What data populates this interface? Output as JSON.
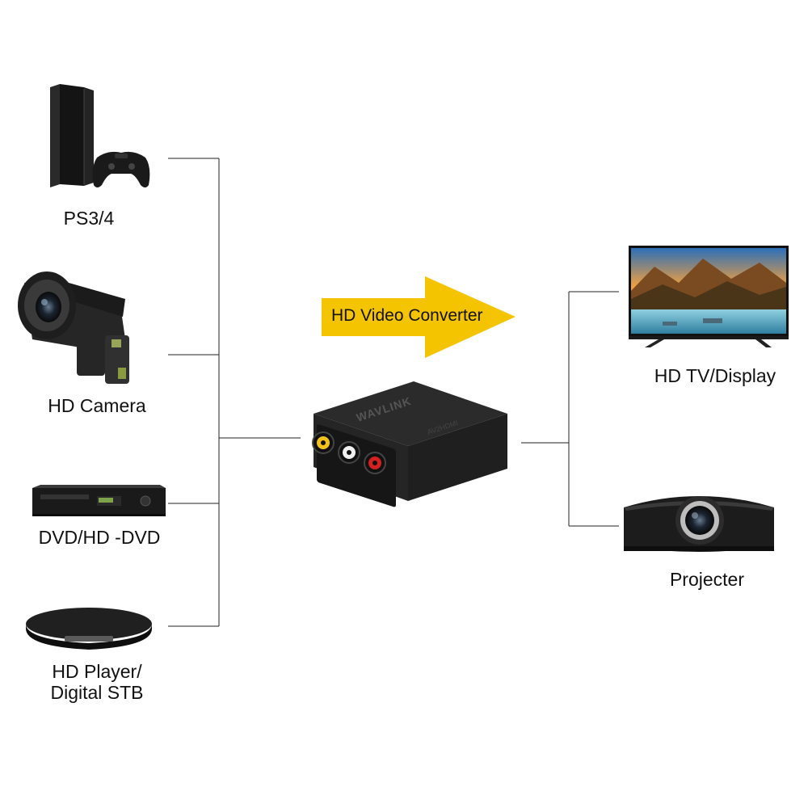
{
  "title_arrow": "HD Video Converter",
  "inputs": [
    {
      "label": "PS3/4",
      "icon": "game-console-icon"
    },
    {
      "label": "HD Camera",
      "icon": "security-camera-icon"
    },
    {
      "label": "DVD/HD -DVD",
      "icon": "dvd-player-icon"
    },
    {
      "label_line1": "HD Player/",
      "label_line2": "Digital STB",
      "icon": "set-top-box-icon"
    }
  ],
  "converter": {
    "brand": "WAVLINK",
    "model": "AV2HDMI"
  },
  "outputs": [
    {
      "label": "HD TV/Display",
      "icon": "television-icon"
    },
    {
      "label": "Projecter",
      "icon": "projector-icon"
    }
  ],
  "colors": {
    "arrow": "#F5C400",
    "device": "#1c1c1c",
    "line": "#222222"
  }
}
